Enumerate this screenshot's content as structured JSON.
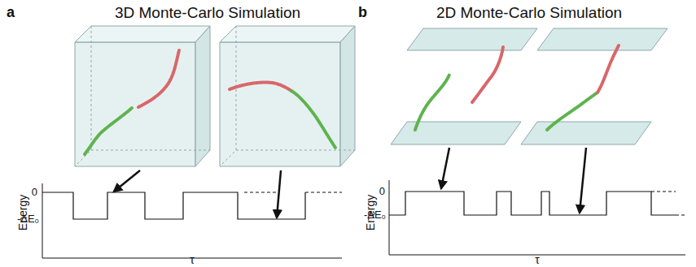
{
  "diagram": {
    "labels": [
      "a",
      "3D Monte-Carlo Simulation",
      "b",
      "2D Monte-Carlo Simulation",
      "Energy",
      "0",
      "-ΔE₀",
      "τ",
      "Energy",
      "0",
      "-ΔE₀",
      "τ"
    ]
  }
}
